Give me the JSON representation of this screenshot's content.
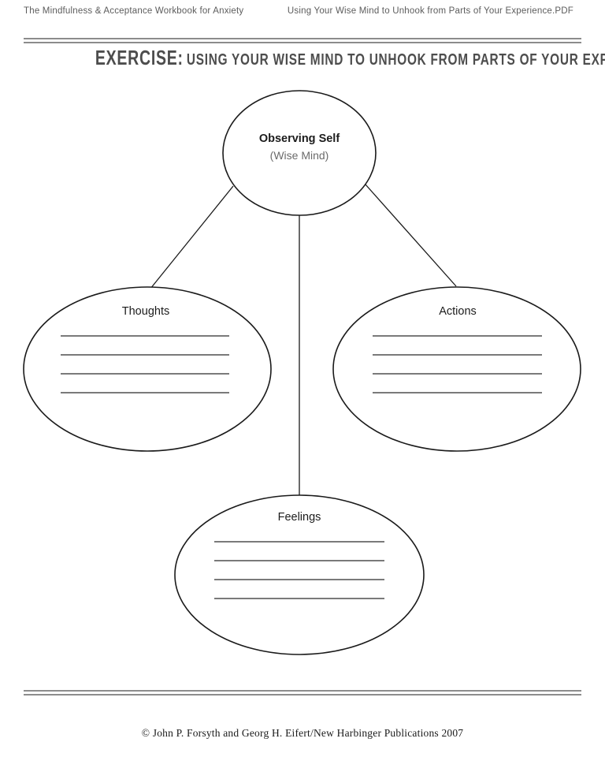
{
  "header": {
    "left": "The Mindfulness & Acceptance Workbook for Anxiety",
    "right": "Using Your Wise Mind to Unhook from Parts of Your Experience.PDF"
  },
  "title": {
    "prefix": "EXERCISE:",
    "rest": "USING YOUR WISE MIND TO UNHOOK FROM PARTS OF YOUR EXPERIENCE"
  },
  "diagram": {
    "center_node": {
      "label": "Observing Self",
      "sublabel": "(Wise Mind)"
    },
    "nodes": [
      {
        "label": "Thoughts",
        "blank_lines": 4
      },
      {
        "label": "Actions",
        "blank_lines": 4
      },
      {
        "label": "Feelings",
        "blank_lines": 4
      }
    ],
    "edges": [
      [
        "Observing Self",
        "Thoughts"
      ],
      [
        "Observing Self",
        "Feelings"
      ],
      [
        "Observing Self",
        "Actions"
      ]
    ]
  },
  "footer": {
    "copyright": "© John P. Forsyth and Georg H. Eifert/New Harbinger Publications 2007"
  },
  "colors": {
    "rule": "#8c8c8c",
    "title_text": "#4d4d4d",
    "header_text": "#5c5c5c",
    "diagram_stroke": "#1a1a1a"
  }
}
